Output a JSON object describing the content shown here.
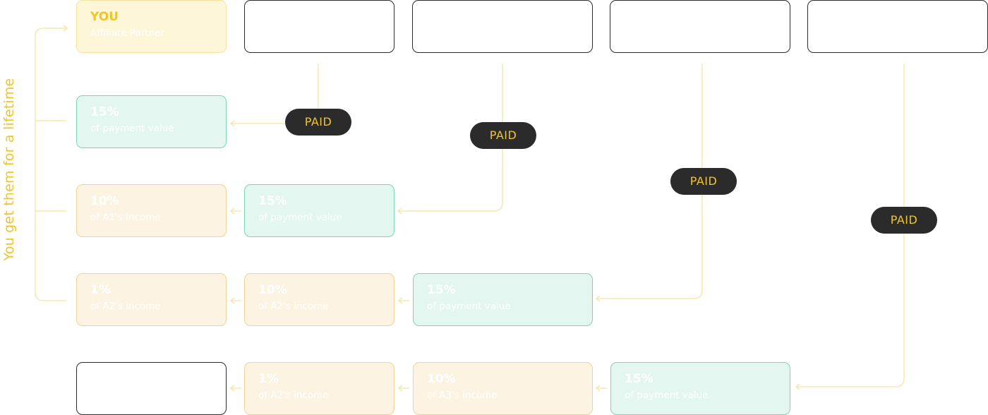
{
  "side_label": "You get them for a lifetime",
  "colors": {
    "accent": "#f2c424",
    "line": "#f6e39e",
    "pill_bg": "#2b2b2b",
    "mint_bg": "#e3f6ef",
    "mint_border": "#7ed5b5",
    "peach_bg": "#fdf3e2",
    "peach_border": "#f1d29b"
  },
  "pills": {
    "p1": "PAID",
    "p2": "PAID",
    "p3": "PAID",
    "p4": "PAID"
  },
  "boxes": {
    "you": {
      "title": "YOU",
      "sub": "Affiliate Partner"
    },
    "r2c1": {
      "title": "15%",
      "sub": "of payment value"
    },
    "r3c1": {
      "title": "10%",
      "sub": "of A1's income"
    },
    "r3c2": {
      "title": "15%",
      "sub": "of payment value"
    },
    "r4c1": {
      "title": "1%",
      "sub": "of A2's income"
    },
    "r4c2": {
      "title": "10%",
      "sub": "of A2's income"
    },
    "r4c3": {
      "title": "15%",
      "sub": "of payment value"
    },
    "r5c2": {
      "title": "1%",
      "sub": "of A2's income"
    },
    "r5c3": {
      "title": "10%",
      "sub": "of A3's income"
    },
    "r5c4": {
      "title": "15%",
      "sub": "of payment value"
    }
  }
}
